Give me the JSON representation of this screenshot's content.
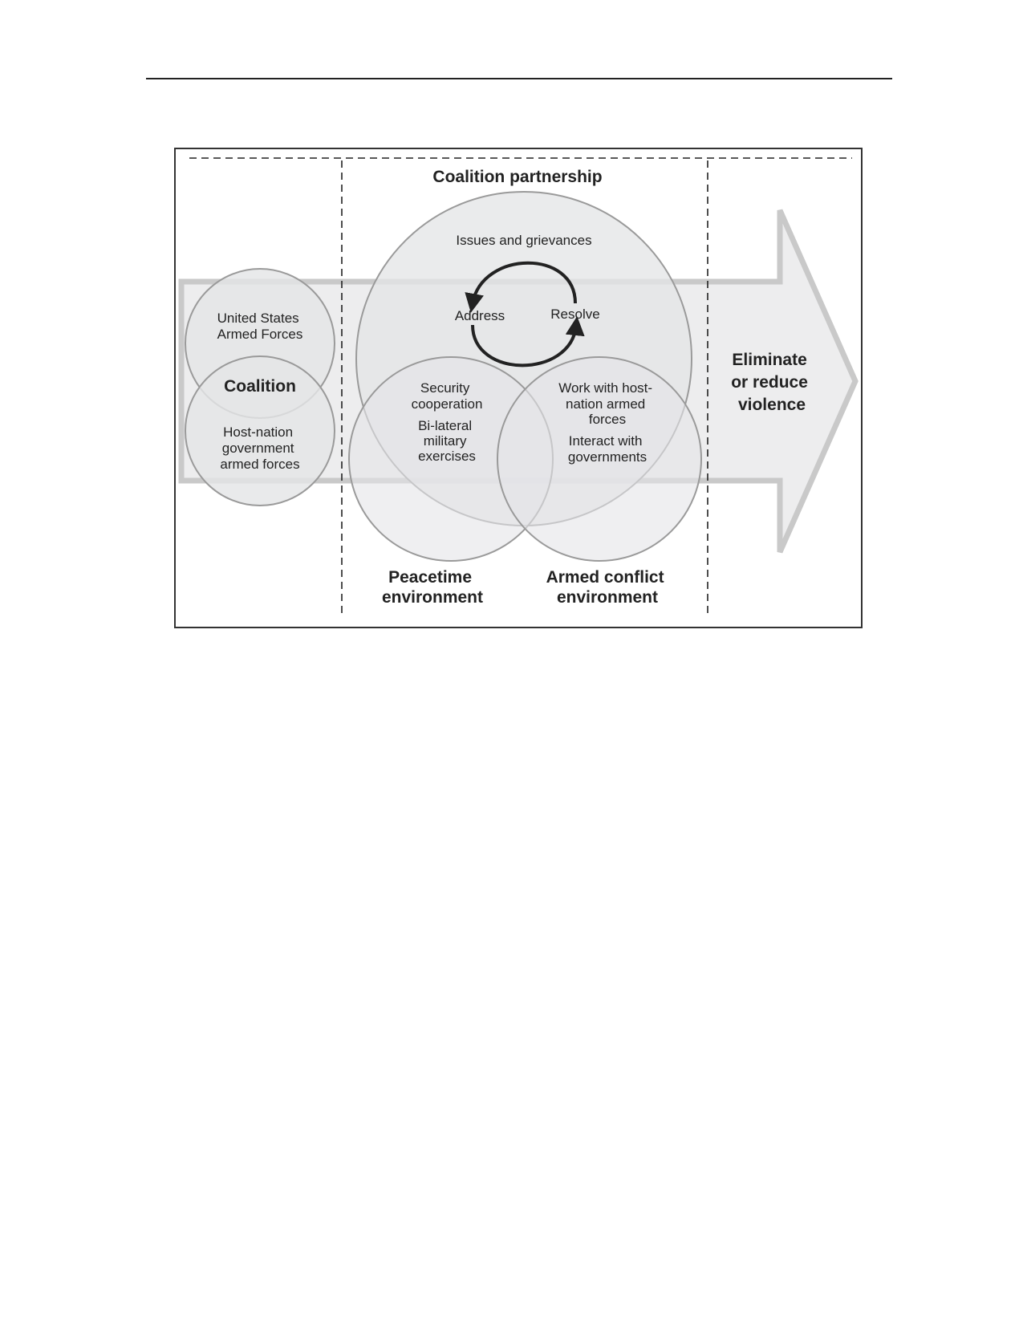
{
  "diagram": {
    "header": "Coalition partnership",
    "coalition": {
      "top_circle": [
        "United States",
        "Armed Forces"
      ],
      "center": "Coalition",
      "bottom_circle": [
        "Host-nation",
        "government",
        "armed forces"
      ]
    },
    "issues": {
      "label": "Issues and grievances",
      "cycle_left": "Address",
      "cycle_right": "Resolve"
    },
    "peacetime": {
      "items_a": [
        "Security",
        "cooperation"
      ],
      "items_b": [
        "Bi-lateral",
        "military",
        "exercises"
      ],
      "caption": [
        "Peacetime",
        "environment"
      ]
    },
    "armed_conflict": {
      "items_a": [
        "Work with host-",
        "nation armed",
        "forces"
      ],
      "items_b": [
        "Interact with",
        "governments"
      ],
      "caption": [
        "Armed conflict",
        "environment"
      ]
    },
    "outcome": [
      "Eliminate",
      "or reduce",
      "violence"
    ],
    "colors": {
      "circle_fill": "#e4e5e7",
      "circle_stroke": "#9a9a9a",
      "arrow_stroke": "#c9c9c9",
      "arrow_fill": "#ededee",
      "text": "#222222"
    }
  }
}
